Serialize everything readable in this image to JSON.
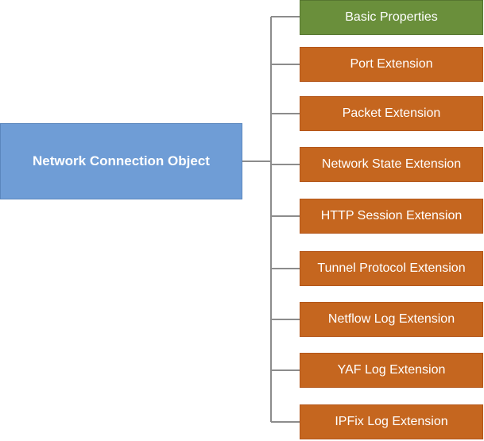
{
  "root": {
    "label": "Network Connection Object",
    "color": "#6f9dd6"
  },
  "children": [
    {
      "label": "Basic Properties",
      "color": "#6a8f3b"
    },
    {
      "label": "Port Extension",
      "color": "#c5661f"
    },
    {
      "label": "Packet Extension",
      "color": "#c5661f"
    },
    {
      "label": "Network State Extension",
      "color": "#c5661f"
    },
    {
      "label": "HTTP Session  Extension",
      "color": "#c5661f"
    },
    {
      "label": "Tunnel Protocol  Extension",
      "color": "#c5661f"
    },
    {
      "label": "Netflow Log Extension",
      "color": "#c5661f"
    },
    {
      "label": "YAF Log Extension",
      "color": "#c5661f"
    },
    {
      "label": "IPFix Log Extension",
      "color": "#c5661f"
    }
  ],
  "connector_color": "#8c8c8c"
}
